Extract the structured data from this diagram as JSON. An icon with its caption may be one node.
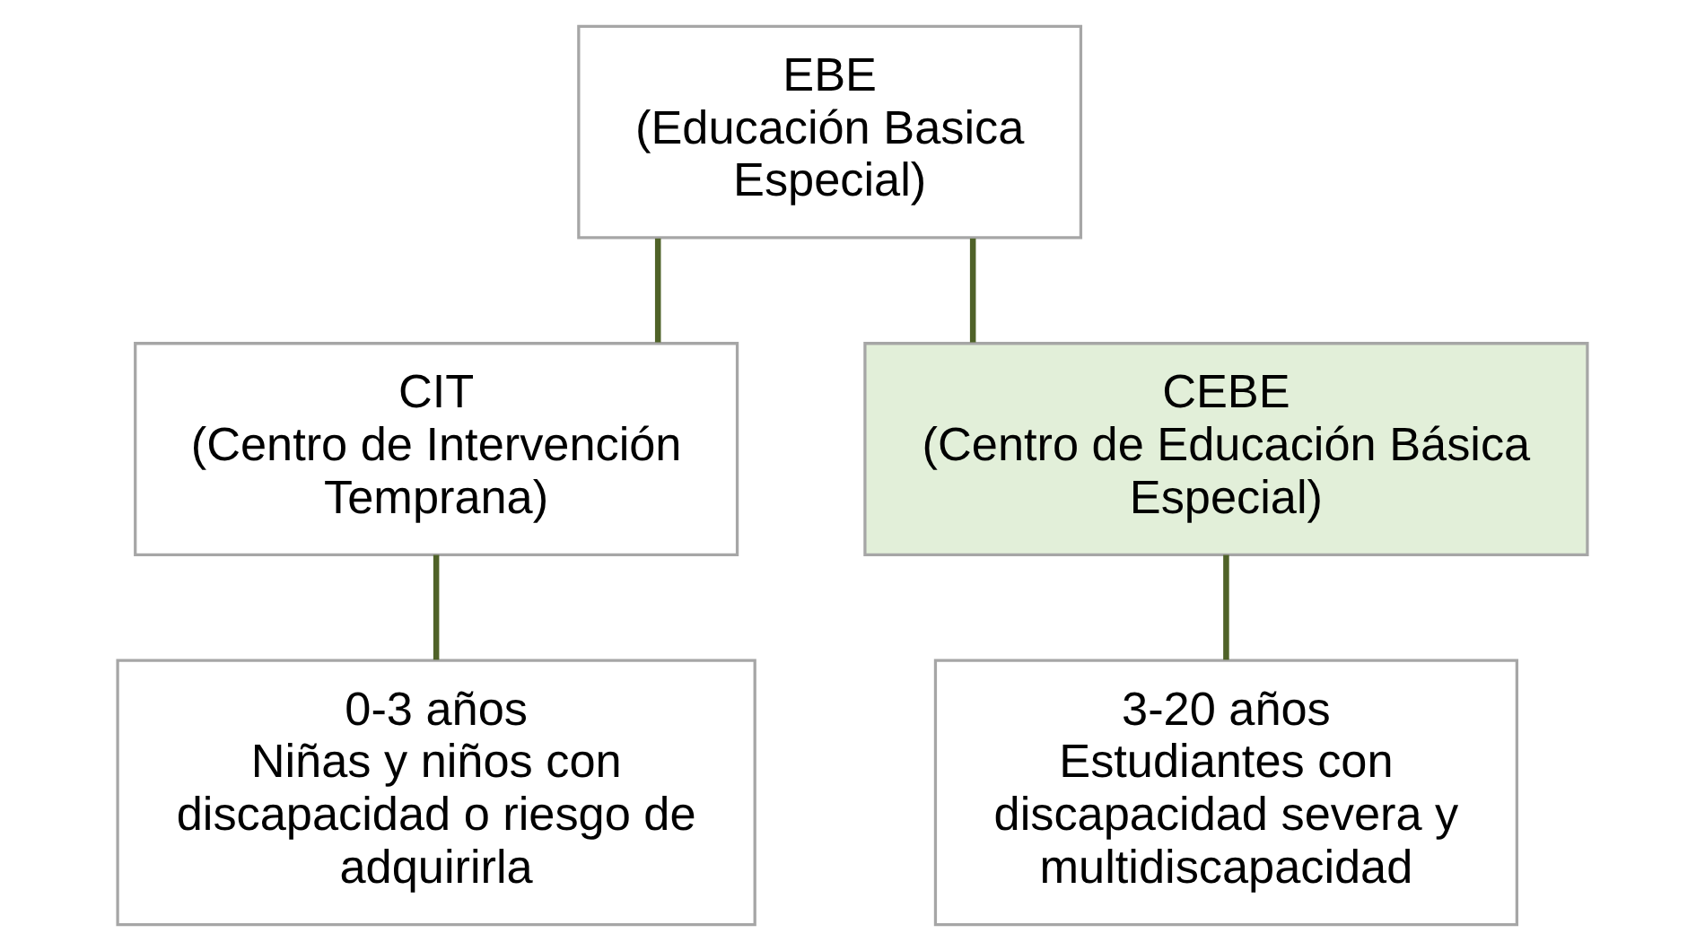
{
  "diagram": {
    "nodes": [
      {
        "text": [
          "EBE",
          "(Educación Basica Especial)"
        ]
      },
      {
        "text": [
          "CIT",
          "(Centro de Intervención Temprana)"
        ]
      },
      {
        "text": [
          "CEBE",
          "(Centro de Educación Básica Especial)"
        ]
      },
      {
        "text": [
          "0-3 años",
          "Niñas y niños con discapacidad o riesgo de adquirirla"
        ]
      },
      {
        "text": [
          "3-20 años",
          "Estudiantes con discapacidad severa y multidiscapacidad"
        ]
      }
    ],
    "edges": [
      {
        "from": 0,
        "to": 1,
        "arrow": "none"
      },
      {
        "from": 0,
        "to": 2,
        "arrow": "none"
      },
      {
        "from": 1,
        "to": 3,
        "arrow": "none"
      },
      {
        "from": 2,
        "to": 4,
        "arrow": "none"
      }
    ]
  }
}
